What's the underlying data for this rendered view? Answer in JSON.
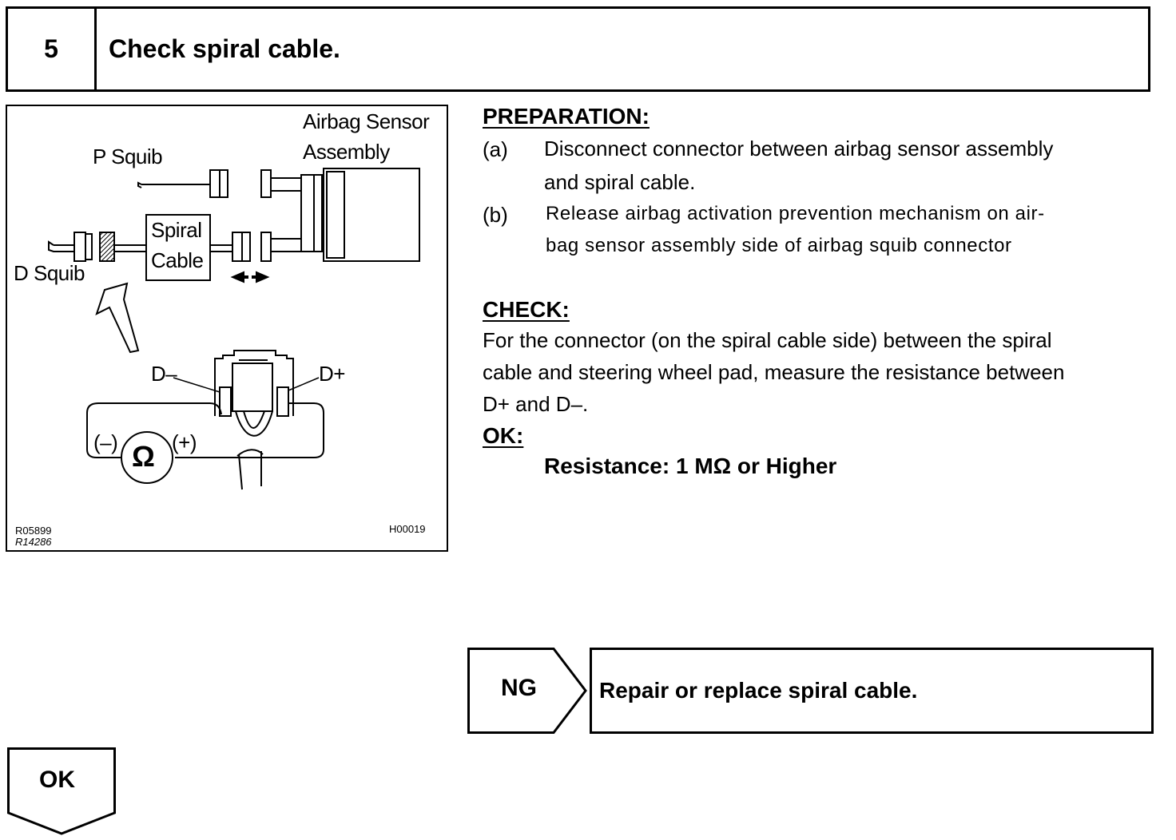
{
  "step": {
    "number": "5",
    "title": "Check spiral cable."
  },
  "figure": {
    "labels": {
      "airbag_sensor": "Airbag Sensor",
      "assembly": "Assembly",
      "p_squib": "P Squib",
      "spiral": "Spiral",
      "cable": "Cable",
      "d_squib": "D Squib",
      "d_minus": "D–",
      "d_plus": "D+",
      "neg": "(–)",
      "pos": "(+)",
      "ohm": "Ω"
    },
    "codes": {
      "code1": "R05899",
      "code2": "R14286",
      "code3": "H00019"
    }
  },
  "preparation": {
    "heading": "PREPARATION:",
    "items": [
      {
        "letter": "(a)",
        "line1": "Disconnect connector between airbag sensor assembly",
        "line2": "and spiral cable."
      },
      {
        "letter": "(b)",
        "line1": "Release airbag activation prevention mechanism on air-",
        "line2": "bag sensor assembly side of airbag squib connector"
      }
    ]
  },
  "check": {
    "heading": "CHECK:",
    "line1": "For the connector (on the spiral cable side) between the spiral",
    "line2": "cable and steering wheel pad, measure the resistance between",
    "line3": "D+ and D–."
  },
  "ok_spec": {
    "heading": "OK:",
    "spec": "Resistance: 1 MΩ or Higher"
  },
  "results": {
    "ng_label": "NG",
    "ng_action": "Repair or replace spiral cable.",
    "ok_label": "OK"
  }
}
